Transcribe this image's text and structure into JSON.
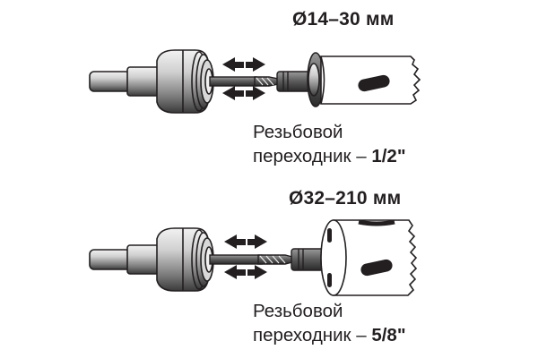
{
  "diagram": {
    "assemblies": [
      {
        "size_range": "Ø14–30 мм",
        "adapter_label_line1": "Резьбовой",
        "adapter_label_line2_prefix": "переходник – ",
        "adapter_thread": "1/2\"",
        "holesaw_type": "small"
      },
      {
        "size_range": "Ø32–210 мм",
        "adapter_label_line1": "Резьбовой",
        "adapter_label_line2_prefix": "переходник – ",
        "adapter_thread": "5/8\"",
        "holesaw_type": "large"
      }
    ],
    "components": {
      "arbor": "arbor-shank-with-threaded-collar",
      "pilot_drill": "pilot-drill-bit",
      "direction_arrows": "bidirectional-insert-remove-arrows",
      "holesaw": "bi-metal-hole-saw"
    },
    "colors": {
      "ink": "#231f20",
      "metal_light": "#e6e6e6",
      "metal_mid": "#9a9a9a",
      "metal_dark": "#3c3c3c",
      "background": "#ffffff"
    }
  }
}
